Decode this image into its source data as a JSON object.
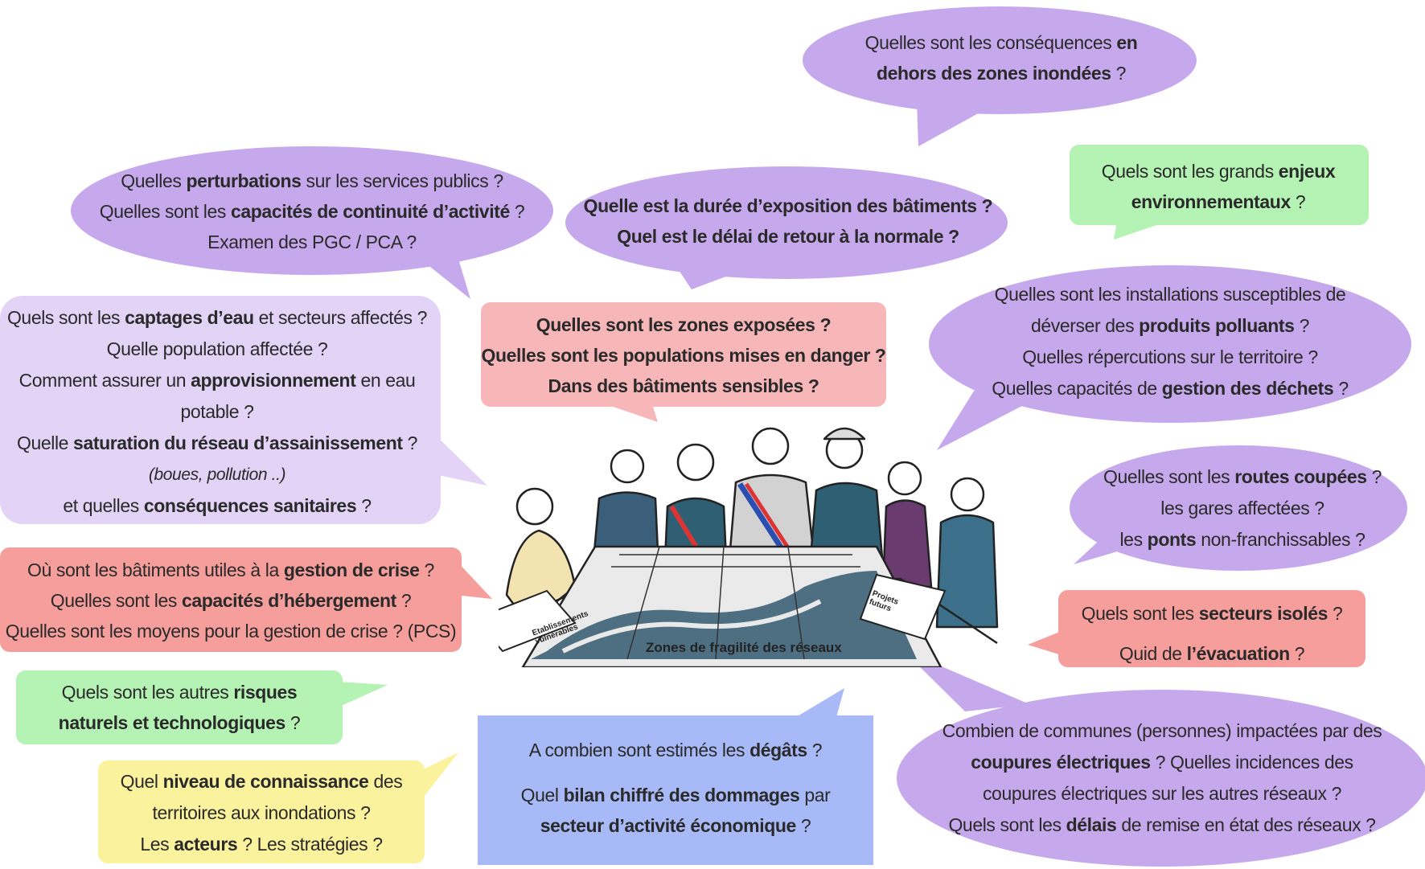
{
  "colors": {
    "purple": "#c6a8ec",
    "lavender": "#e3d3f6",
    "pink": "#f7b7b9",
    "red": "#f59e9c",
    "green": "#b5f3b4",
    "yellow": "#fbf29d",
    "blue": "#a8b9f7"
  },
  "illustration": {
    "icon": "crisis-meeting-people-around-map-icon",
    "map_label": "Zones de fragilité des réseaux",
    "card_left_l1": "Etablissements",
    "card_left_l2": "vulnérables",
    "card_right_l1": "Projets",
    "card_right_l2": "futurs"
  },
  "bubbles": {
    "b1": {
      "l1a": "Quelles sont les conséquences ",
      "l1b": "en",
      "l2a": "dehors des zones inondées",
      "l2b": " ?"
    },
    "b2": {
      "l1a": "Quelles ",
      "l1b": "perturbations",
      "l1c": " sur les services publics ?",
      "l2a": "Quelles sont les ",
      "l2b": "capacités de continuité d’activité",
      "l2c": " ?",
      "l3": "Examen des PGC / PCA ?"
    },
    "b3": {
      "l1": "Quelle est la durée d’exposition des bâtiments ?",
      "l2": "Quel est le délai de retour à la normale ?"
    },
    "b4": {
      "l1a": "Quels sont les grands ",
      "l1b": "enjeux",
      "l2a": "environnementaux",
      "l2b": " ?"
    },
    "b5": {
      "l1a": "Quels sont les ",
      "l1b": "captages d’eau",
      "l1c": " et secteurs affectés ?",
      "l2": "Quelle population affectée ?",
      "l3a": "Comment assurer un ",
      "l3b": "approvisionnement",
      "l3c": " en eau",
      "l4": "potable ?",
      "l5a": "Quelle ",
      "l5b": "saturation du réseau d’assainissement",
      "l5c": " ?",
      "l6": "(boues, pollution ..)",
      "l7a": "et quelles ",
      "l7b": "conséquences sanitaires",
      "l7c": " ?"
    },
    "b6": {
      "l1": "Quelles sont les zones exposées ?",
      "l2": "Quelles sont les populations mises en danger ?",
      "l3": "Dans des bâtiments sensibles ?"
    },
    "b7": {
      "l1": "Quelles sont les installations susceptibles de",
      "l2a": "déverser des ",
      "l2b": "produits polluants",
      "l2c": " ?",
      "l3": "Quelles répercutions sur le territoire ?",
      "l4a": "Quelles capacités de ",
      "l4b": "gestion des déchets",
      "l4c": " ?"
    },
    "b8": {
      "l1a": "Quelles sont les ",
      "l1b": "routes coupées",
      "l1c": " ?",
      "l2": "les gares affectées ?",
      "l3a": "les ",
      "l3b": "ponts",
      "l3c": " non-franchissables ?"
    },
    "b9": {
      "l1a": "Où sont les bâtiments utiles à la ",
      "l1b": "gestion de crise",
      "l1c": " ?",
      "l2a": "Quelles sont les ",
      "l2b": "capacités d’hébergement",
      "l2c": " ?",
      "l3": "Quelles sont les moyens pour la gestion de crise ? (PCS)"
    },
    "b10": {
      "l1a": "Quels sont les ",
      "l1b": "secteurs isolés",
      "l1c": " ?",
      "l2a": "Quid de ",
      "l2b": "l’évacuation",
      "l2c": " ?"
    },
    "b11": {
      "l1a": "Quels sont les autres ",
      "l1b": "risques",
      "l2a": "naturels et technologiques",
      "l2b": " ?"
    },
    "b12": {
      "l1a": "A combien sont estimés les ",
      "l1b": "dégâts",
      "l1c": " ?",
      "l2a": "Quel ",
      "l2b": "bilan chiffré des dommages",
      "l2c": " par",
      "l3a": "secteur d’activité économique",
      "l3b": " ?"
    },
    "b13": {
      "l1a": "Quel ",
      "l1b": "niveau de connaissance",
      "l1c": " des",
      "l2": "territoires aux inondations ?",
      "l3a": "Les ",
      "l3b": "acteurs",
      "l3c": " ? Les stratégies ?"
    },
    "b14": {
      "l1": "Combien de communes (personnes) impactées par des",
      "l2a": "coupures électriques",
      "l2b": " ? Quelles incidences des",
      "l3": "coupures électriques sur les autres réseaux ?",
      "l4a": "Quels sont les ",
      "l4b": "délais",
      "l4c": " de remise en état des réseaux ?"
    }
  }
}
